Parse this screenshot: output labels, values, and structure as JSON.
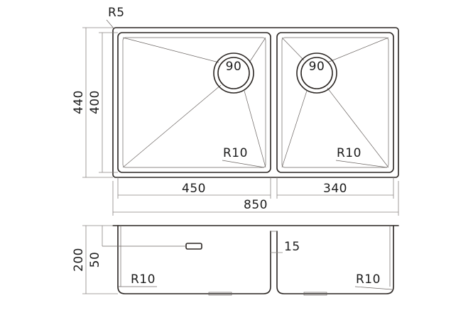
{
  "colors": {
    "outline": "#2a2522",
    "dimension": "#8a8482"
  },
  "top_view": {
    "corner_radius_label": "R5",
    "outer_height_label": "440",
    "inner_height_label": "400",
    "left_bowl": {
      "drain_label": "90",
      "radius_label": "R10",
      "width_label": "450"
    },
    "right_bowl": {
      "drain_label": "90",
      "radius_label": "R10",
      "width_label": "340"
    },
    "total_width_label": "850"
  },
  "side_view": {
    "height_label": "200",
    "overflow_height_label": "50",
    "divider_label": "15",
    "left_radius_label": "R10",
    "right_radius_label": "R10"
  }
}
